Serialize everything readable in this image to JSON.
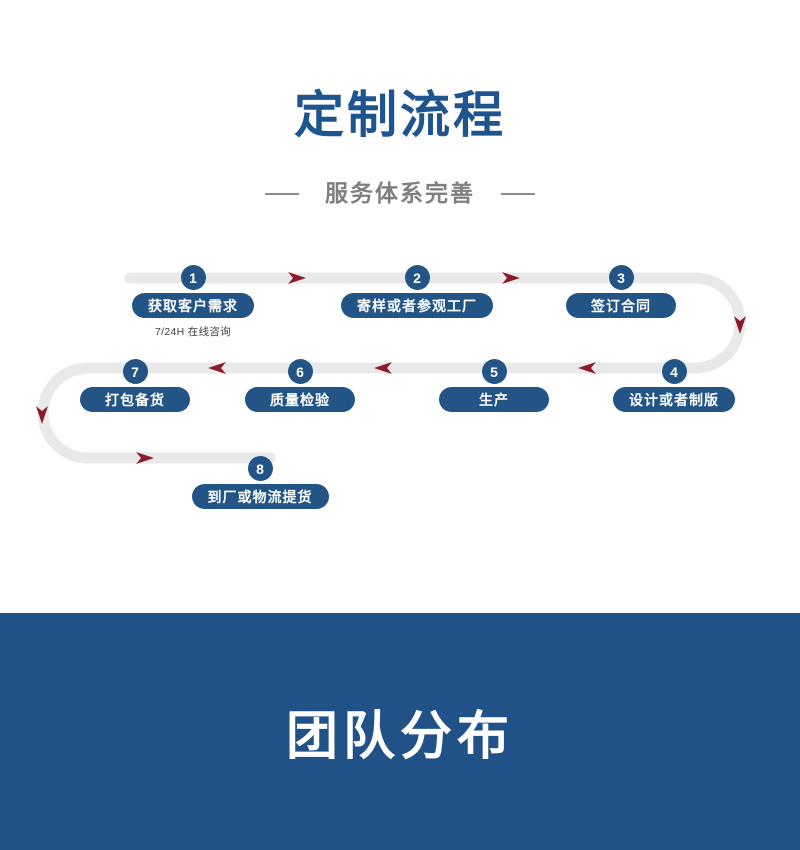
{
  "flow_section": {
    "title": "定制流程",
    "subtitle": "服务体系完善",
    "colors": {
      "title_blue": "#1f558f",
      "pill_blue": "#235486",
      "track_gray": "#e9e9e9",
      "arrow_red": "#8b1a2b",
      "subtitle_gray": "#7f7f7f"
    },
    "steps": [
      {
        "number": "1",
        "label": "获取客户需求",
        "note": "7/24H 在线咨询"
      },
      {
        "number": "2",
        "label": "寄样或者参观工厂",
        "note": ""
      },
      {
        "number": "3",
        "label": "签订合同",
        "note": ""
      },
      {
        "number": "4",
        "label": "设计或者制版",
        "note": ""
      },
      {
        "number": "5",
        "label": "生产",
        "note": ""
      },
      {
        "number": "6",
        "label": "质量检验",
        "note": ""
      },
      {
        "number": "7",
        "label": "打包备货",
        "note": ""
      },
      {
        "number": "8",
        "label": "到厂或物流提货",
        "note": ""
      }
    ]
  },
  "team_section": {
    "title": "团队分布",
    "colors": {
      "background_blue": "#215287",
      "text": "#ffffff"
    }
  }
}
